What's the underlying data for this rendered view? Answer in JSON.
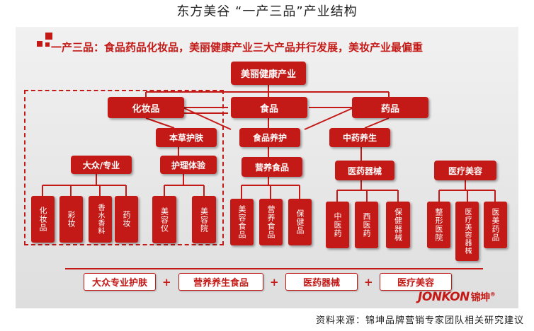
{
  "title": "东方美谷 “一产三品”产业结构",
  "headline": "一产三品：食品药品化妆品，美丽健康产业三大产品并行发展，美妆产业最偏重",
  "root": "美丽健康产业",
  "level1": [
    "化妆品",
    "食品",
    "药品"
  ],
  "level2": [
    "本草护肤",
    "食品养护",
    "中药养生"
  ],
  "groups": [
    {
      "label": "大众/专业",
      "items": [
        "化妆品",
        "彩妆",
        "香水香料",
        "药妆"
      ]
    },
    {
      "label": "护理体验",
      "items": [
        "美容仪",
        "美容院"
      ]
    },
    {
      "label": "营养食品",
      "items": [
        "美容食品",
        "营养食品",
        "保健品"
      ]
    },
    {
      "label": "医药器械",
      "items": [
        "中医药",
        "西医药",
        "保健器械"
      ]
    },
    {
      "label": "医疗美容",
      "items": [
        "整形医院",
        "医疗美容器械",
        "医美药品"
      ]
    }
  ],
  "bottom": [
    "大众专业护肤",
    "营养养生食品",
    "医药器械",
    "医疗美容"
  ],
  "plus_sign": "+",
  "logo": {
    "latin": "JONKON",
    "chinese": "锦坤",
    "mark": "®"
  },
  "source": "资料来源：锦坤品牌营销专家团队相关研究建议",
  "colors": {
    "accent": "#c41a17",
    "panel": "#e8e8e8"
  }
}
